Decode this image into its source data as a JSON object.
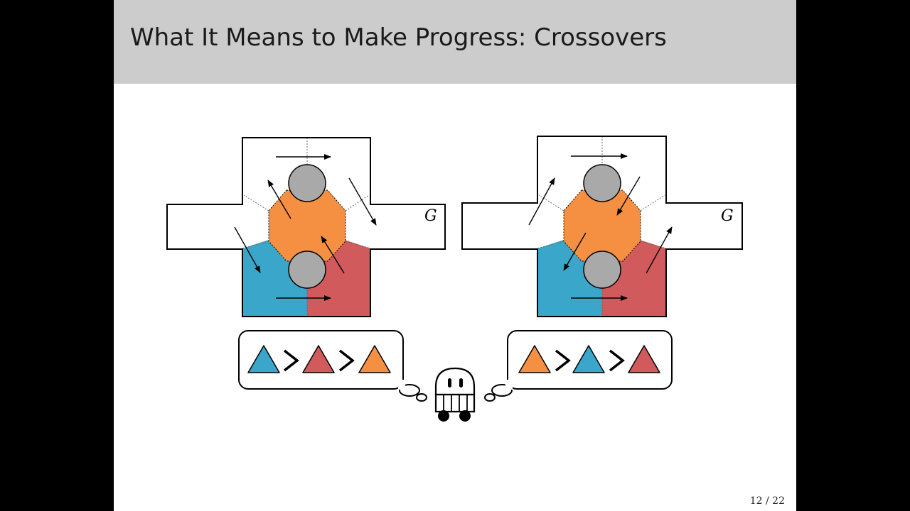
{
  "slide": {
    "title": "What It Means to Make Progress: Crossovers",
    "page_number": "12 / 22"
  },
  "colors": {
    "blue": "#3aa6c9",
    "red": "#d15a5c",
    "orange": "#f59042",
    "obstacle": "#a9a9a9",
    "title_bar": "#cccccc"
  },
  "panels": [
    {
      "goal_label": "G",
      "preference_order": [
        "blue",
        "red",
        "orange"
      ]
    },
    {
      "goal_label": "G",
      "preference_order": [
        "orange",
        "blue",
        "red"
      ]
    }
  ],
  "icons": {
    "robot": "robot-icon",
    "thought_bubble": "thought-bubble-icon",
    "greater_than": "greater-than-symbol",
    "arrow": "arrow-icon"
  }
}
